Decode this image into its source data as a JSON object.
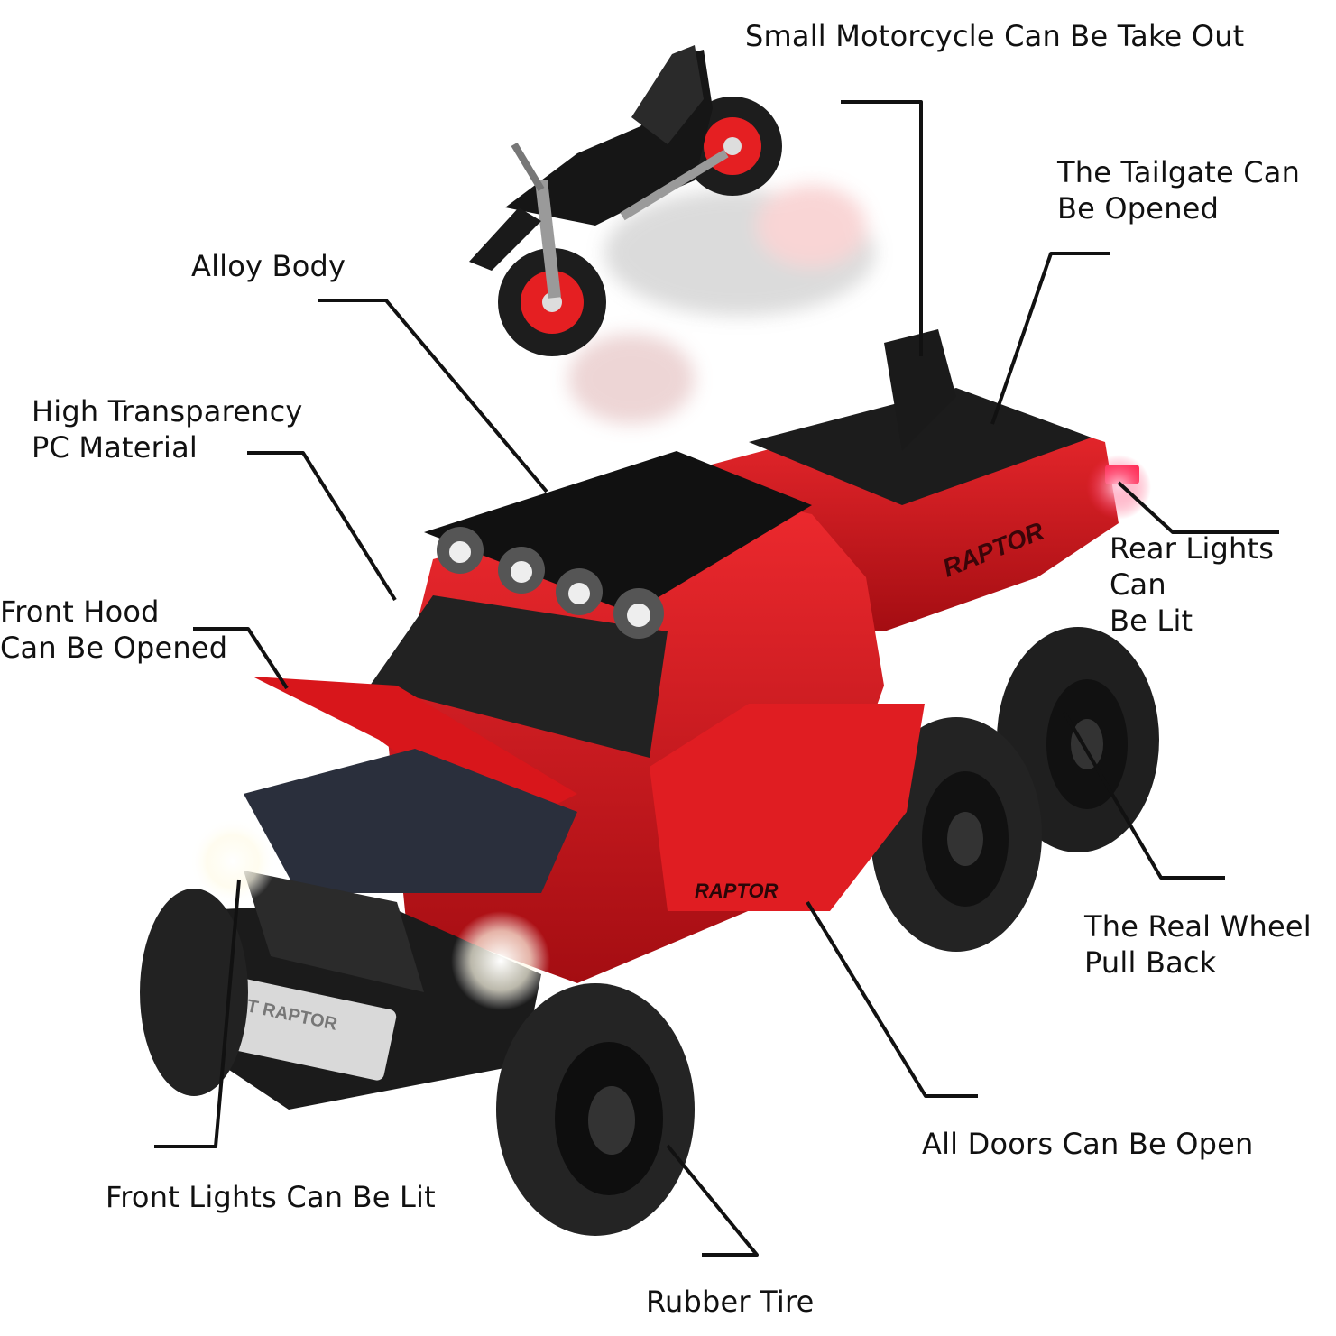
{
  "colors": {
    "background": "#ffffff",
    "body_red": "#d7141b",
    "body_dark_red": "#8e0a0f",
    "trim_black": "#1b1b1b",
    "tire_black": "#222222",
    "rim_red": "#e51f22",
    "leader_line": "#111111",
    "light_glow": "#fffbe8"
  },
  "product": {
    "grille_text": "BEAST RAPTOR",
    "side_text": "RAPTOR"
  },
  "callouts": {
    "motorcycle": "Small Motorcycle Can Be Take Out",
    "tailgate": "The Tailgate Can\nBe Opened",
    "alloy_body": "Alloy Body",
    "pc_material": "High Transparency\nPC Material",
    "front_hood": "Front Hood\nCan Be Opened",
    "rear_lights": "Rear Lights Can\nBe Lit",
    "wheel_pullback": "The Real Wheel\nPull Back",
    "doors": "All Doors Can Be Open",
    "front_lights": "Front Lights Can Be Lit",
    "rubber_tire": "Rubber Tire"
  }
}
